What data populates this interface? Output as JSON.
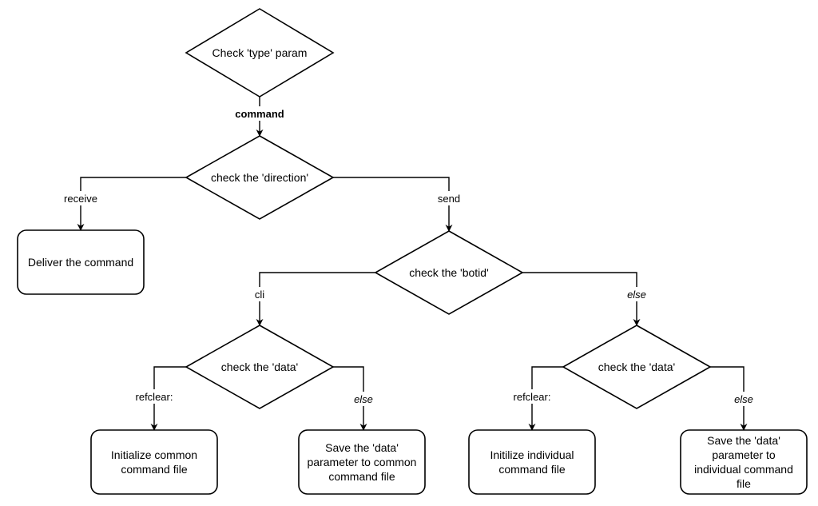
{
  "diagram": {
    "nodes": {
      "check_type": {
        "kind": "decision",
        "lines": [
          "Check 'type' param"
        ]
      },
      "check_direction": {
        "kind": "decision",
        "lines": [
          "check the 'direction'"
        ]
      },
      "deliver": {
        "kind": "process",
        "lines": [
          "Deliver the command"
        ]
      },
      "check_botid": {
        "kind": "decision",
        "lines": [
          "check the 'botid'"
        ]
      },
      "check_data_left": {
        "kind": "decision",
        "lines": [
          "check the 'data'"
        ]
      },
      "check_data_right": {
        "kind": "decision",
        "lines": [
          "check the 'data'"
        ]
      },
      "init_common": {
        "kind": "process",
        "lines": [
          "Initialize common",
          "command file"
        ]
      },
      "save_common": {
        "kind": "process",
        "lines": [
          "Save the 'data'",
          "parameter to common",
          "command file"
        ]
      },
      "init_individual": {
        "kind": "process",
        "lines": [
          "Initilize individual",
          "command file"
        ]
      },
      "save_individual": {
        "kind": "process",
        "lines": [
          "Save the 'data'",
          "parameter to",
          "individual command",
          "file"
        ]
      }
    },
    "edges": [
      {
        "from": "check_type",
        "to": "check_direction",
        "label": "command",
        "style": "bold"
      },
      {
        "from": "check_direction",
        "to": "deliver",
        "label": "receive",
        "style": "normal"
      },
      {
        "from": "check_direction",
        "to": "check_botid",
        "label": "send",
        "style": "normal"
      },
      {
        "from": "check_botid",
        "to": "check_data_left",
        "label": "cli",
        "style": "normal"
      },
      {
        "from": "check_botid",
        "to": "check_data_right",
        "label": "else",
        "style": "italic"
      },
      {
        "from": "check_data_left",
        "to": "init_common",
        "label": "refclear:",
        "style": "normal"
      },
      {
        "from": "check_data_left",
        "to": "save_common",
        "label": "else",
        "style": "italic"
      },
      {
        "from": "check_data_right",
        "to": "init_individual",
        "label": "refclear:",
        "style": "normal"
      },
      {
        "from": "check_data_right",
        "to": "save_individual",
        "label": "else",
        "style": "italic"
      }
    ]
  }
}
